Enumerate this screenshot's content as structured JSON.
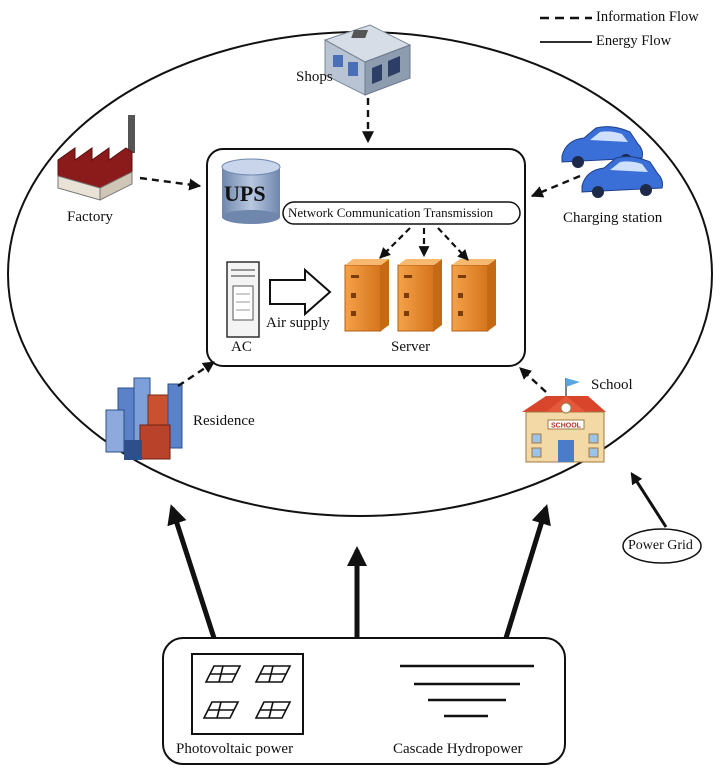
{
  "legend": {
    "information_flow": "Information Flow",
    "energy_flow": "Energy Flow"
  },
  "nodes": {
    "shops": "Shops",
    "factory": "Factory",
    "charging_station": "Charging station",
    "residence": "Residence",
    "school": "School",
    "power_grid": "Power Grid"
  },
  "data_center": {
    "ups": "UPS",
    "network": "Network Communication Transmission",
    "air_supply": "Air supply",
    "ac": "AC",
    "server": "Server"
  },
  "sources": {
    "photovoltaic": "Photovoltaic power",
    "hydropower": "Cascade Hydropower"
  },
  "icons": {
    "school_sign": "SCHOOL"
  },
  "colors": {
    "line": "#111111",
    "server_orange": "#e8892a",
    "server_dark": "#c46a14",
    "car_blue": "#3b6fd8",
    "factory_red": "#8b1a1a",
    "school_roof": "#d9452b",
    "school_wall": "#f2d9a6",
    "ups_blue": "#8fa6c8"
  }
}
